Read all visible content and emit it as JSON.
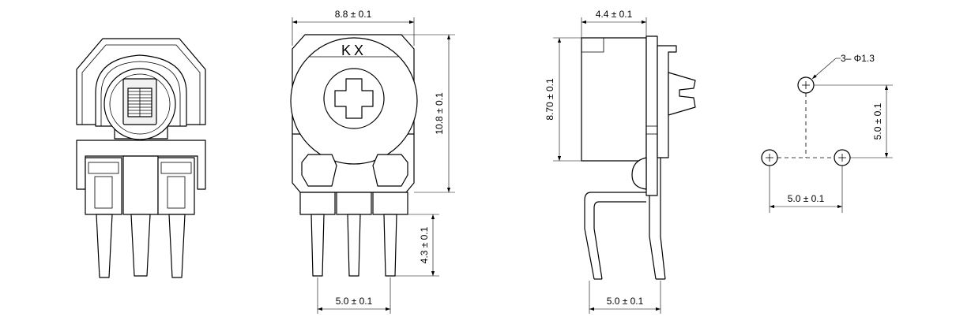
{
  "front_view": {},
  "top_view": {
    "marking": "KX",
    "width_dim": "8.8 ± 0.1",
    "height_dim": "10.8 ± 0.1",
    "lead_length_dim": "4.3 ± 0.1",
    "pitch_dim": "5.0 ± 0.1"
  },
  "side_view": {
    "depth_dim": "4.4 ± 0.1",
    "height_dim": "8.70 ± 0.1",
    "pitch_dim": "5.0 ± 0.1"
  },
  "hole_pattern": {
    "hole_callout": "3– Φ1.3",
    "vertical_dim": "5.0 ± 0.1",
    "horizontal_dim": "5.0 ± 0.1"
  }
}
